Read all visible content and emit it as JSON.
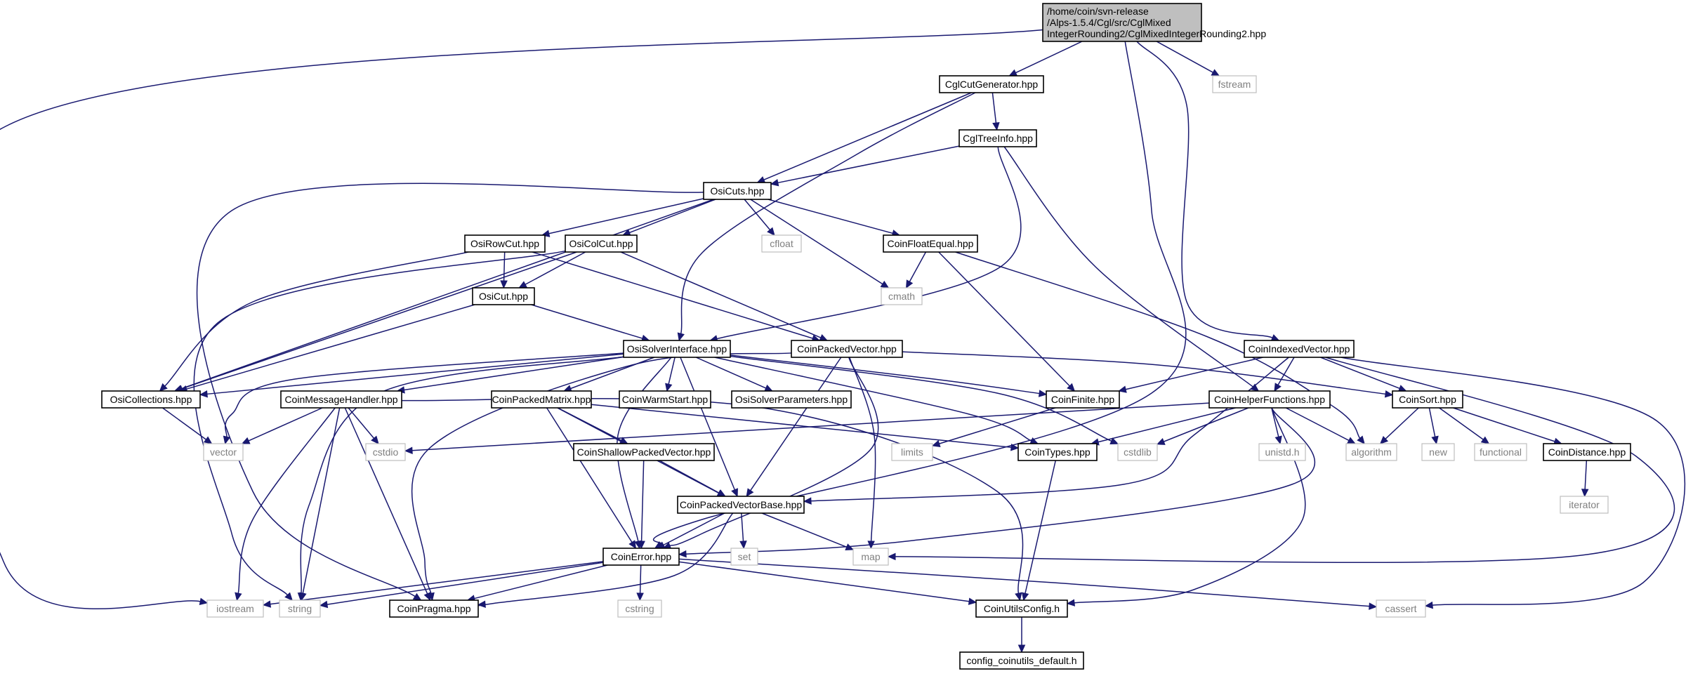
{
  "colors": {
    "edge": "#191970",
    "root_fill": "#bfbfbf",
    "node_border": "#000000",
    "system_border": "#bfbfbf",
    "system_text": "#808080"
  },
  "nodes": {
    "root": {
      "lines": [
        "/home/coin/svn-release",
        "/Alps-1.5.4/Cgl/src/CglMixed",
        "IntegerRounding2/CglMixedIntegerRounding2.hpp"
      ],
      "kind": "root"
    },
    "cglcut": {
      "lines": [
        "CglCutGenerator.hpp"
      ],
      "kind": "header"
    },
    "fstream": {
      "lines": [
        "fstream"
      ],
      "kind": "system"
    },
    "cgltree": {
      "lines": [
        "CglTreeInfo.hpp"
      ],
      "kind": "header"
    },
    "osicuts": {
      "lines": [
        "OsiCuts.hpp"
      ],
      "kind": "header"
    },
    "osirowcut": {
      "lines": [
        "OsiRowCut.hpp"
      ],
      "kind": "header"
    },
    "osicolcut": {
      "lines": [
        "OsiColCut.hpp"
      ],
      "kind": "header"
    },
    "cfloat": {
      "lines": [
        "cfloat"
      ],
      "kind": "system"
    },
    "coinfloat": {
      "lines": [
        "CoinFloatEqual.hpp"
      ],
      "kind": "header"
    },
    "osicut": {
      "lines": [
        "OsiCut.hpp"
      ],
      "kind": "header"
    },
    "cmath": {
      "lines": [
        "cmath"
      ],
      "kind": "system"
    },
    "osisolver": {
      "lines": [
        "OsiSolverInterface.hpp"
      ],
      "kind": "header"
    },
    "coinpackedvec": {
      "lines": [
        "CoinPackedVector.hpp"
      ],
      "kind": "header"
    },
    "coinindexed": {
      "lines": [
        "CoinIndexedVector.hpp"
      ],
      "kind": "header"
    },
    "osicoll": {
      "lines": [
        "OsiCollections.hpp"
      ],
      "kind": "header"
    },
    "coinmsg": {
      "lines": [
        "CoinMessageHandler.hpp"
      ],
      "kind": "header"
    },
    "coinpackedmat": {
      "lines": [
        "CoinPackedMatrix.hpp"
      ],
      "kind": "header"
    },
    "coinwarm": {
      "lines": [
        "CoinWarmStart.hpp"
      ],
      "kind": "header"
    },
    "osiparams": {
      "lines": [
        "OsiSolverParameters.hpp"
      ],
      "kind": "header"
    },
    "coinfinite": {
      "lines": [
        "CoinFinite.hpp"
      ],
      "kind": "header"
    },
    "coinhelper": {
      "lines": [
        "CoinHelperFunctions.hpp"
      ],
      "kind": "header"
    },
    "coinsort": {
      "lines": [
        "CoinSort.hpp"
      ],
      "kind": "header"
    },
    "vector": {
      "lines": [
        "vector"
      ],
      "kind": "system"
    },
    "cstdio": {
      "lines": [
        "cstdio"
      ],
      "kind": "system"
    },
    "coinshallow": {
      "lines": [
        "CoinShallowPackedVector.hpp"
      ],
      "kind": "header"
    },
    "limits": {
      "lines": [
        "limits"
      ],
      "kind": "system"
    },
    "cointypes": {
      "lines": [
        "CoinTypes.hpp"
      ],
      "kind": "header"
    },
    "cstdlib": {
      "lines": [
        "cstdlib"
      ],
      "kind": "system"
    },
    "unistd": {
      "lines": [
        "unistd.h"
      ],
      "kind": "system"
    },
    "algorithm": {
      "lines": [
        "algorithm"
      ],
      "kind": "system"
    },
    "new": {
      "lines": [
        "new"
      ],
      "kind": "system"
    },
    "functional": {
      "lines": [
        "functional"
      ],
      "kind": "system"
    },
    "coindistance": {
      "lines": [
        "CoinDistance.hpp"
      ],
      "kind": "header"
    },
    "coinpvbase": {
      "lines": [
        "CoinPackedVectorBase.hpp"
      ],
      "kind": "header"
    },
    "iterator": {
      "lines": [
        "iterator"
      ],
      "kind": "system"
    },
    "coinerror": {
      "lines": [
        "CoinError.hpp"
      ],
      "kind": "header"
    },
    "set": {
      "lines": [
        "set"
      ],
      "kind": "system"
    },
    "map": {
      "lines": [
        "map"
      ],
      "kind": "system"
    },
    "iostream": {
      "lines": [
        "iostream"
      ],
      "kind": "system"
    },
    "string": {
      "lines": [
        "string"
      ],
      "kind": "system"
    },
    "coinpragma": {
      "lines": [
        "CoinPragma.hpp"
      ],
      "kind": "header"
    },
    "cstring": {
      "lines": [
        "cstring"
      ],
      "kind": "system"
    },
    "coinutilsconfig": {
      "lines": [
        "CoinUtilsConfig.h"
      ],
      "kind": "header"
    },
    "cassert": {
      "lines": [
        "cassert"
      ],
      "kind": "system"
    },
    "configdefault": {
      "lines": [
        "config_coinutils_default.h"
      ],
      "kind": "header"
    }
  },
  "edges": [
    [
      "root",
      "cglcut"
    ],
    [
      "root",
      "fstream"
    ],
    [
      "root",
      "coinindexed"
    ],
    [
      "root",
      "iostream"
    ],
    [
      "root",
      "coinerror"
    ],
    [
      "cglcut",
      "cgltree"
    ],
    [
      "cglcut",
      "osicuts"
    ],
    [
      "cglcut",
      "osisolver"
    ],
    [
      "cgltree",
      "osicuts"
    ],
    [
      "cgltree",
      "osisolver"
    ],
    [
      "cgltree",
      "coinhelper"
    ],
    [
      "osicuts",
      "osirowcut"
    ],
    [
      "osicuts",
      "osicolcut"
    ],
    [
      "osicuts",
      "cfloat"
    ],
    [
      "osicuts",
      "coinfloat"
    ],
    [
      "osicuts",
      "cmath"
    ],
    [
      "osicuts",
      "osicoll"
    ],
    [
      "osicuts",
      "coinpragma"
    ],
    [
      "osirowcut",
      "osicut"
    ],
    [
      "osirowcut",
      "coinpackedvec"
    ],
    [
      "osirowcut",
      "osicoll"
    ],
    [
      "osicolcut",
      "osicut"
    ],
    [
      "osicolcut",
      "coinpackedvec"
    ],
    [
      "osicolcut",
      "osicoll"
    ],
    [
      "osicolcut",
      "string"
    ],
    [
      "coinfloat",
      "cmath"
    ],
    [
      "coinfloat",
      "coinfinite"
    ],
    [
      "coinfloat",
      "algorithm"
    ],
    [
      "osicut",
      "osisolver"
    ],
    [
      "osicut",
      "osicoll"
    ],
    [
      "osisolver",
      "osicoll"
    ],
    [
      "osisolver",
      "coinmsg"
    ],
    [
      "osisolver",
      "coinpackedmat"
    ],
    [
      "osisolver",
      "coinwarm"
    ],
    [
      "osisolver",
      "osiparams"
    ],
    [
      "osisolver",
      "coinfinite"
    ],
    [
      "osisolver",
      "cointypes"
    ],
    [
      "osisolver",
      "cstdlib"
    ],
    [
      "osisolver",
      "coinpvbase"
    ],
    [
      "osisolver",
      "coinerror"
    ],
    [
      "osisolver",
      "vector"
    ],
    [
      "osisolver",
      "string"
    ],
    [
      "coinpackedvec",
      "coinsort"
    ],
    [
      "coinpackedvec",
      "coinpvbase"
    ],
    [
      "coinpackedvec",
      "coinerror"
    ],
    [
      "coinpackedvec",
      "map"
    ],
    [
      "coinpackedvec",
      "coinpragma"
    ],
    [
      "coinindexed",
      "coinfinite"
    ],
    [
      "coinindexed",
      "coinhelper"
    ],
    [
      "coinindexed",
      "coinsort"
    ],
    [
      "coinindexed",
      "coinpvbase"
    ],
    [
      "coinindexed",
      "cassert"
    ],
    [
      "coinindexed",
      "map"
    ],
    [
      "osicoll",
      "vector"
    ],
    [
      "coinmsg",
      "vector"
    ],
    [
      "coinmsg",
      "cstdio"
    ],
    [
      "coinmsg",
      "string"
    ],
    [
      "coinmsg",
      "iostream"
    ],
    [
      "coinmsg",
      "coinpragma"
    ],
    [
      "coinmsg",
      "coinutilsconfig"
    ],
    [
      "coinpackedmat",
      "coinshallow"
    ],
    [
      "coinpackedmat",
      "coinpvbase"
    ],
    [
      "coinpackedmat",
      "coinerror"
    ],
    [
      "coinpackedmat",
      "cointypes"
    ],
    [
      "coinfinite",
      "limits"
    ],
    [
      "coinhelper",
      "cstdio"
    ],
    [
      "coinhelper",
      "cointypes"
    ],
    [
      "coinhelper",
      "cstdlib"
    ],
    [
      "coinhelper",
      "unistd"
    ],
    [
      "coinhelper",
      "algorithm"
    ],
    [
      "coinhelper",
      "coinerror"
    ],
    [
      "coinhelper",
      "coinutilsconfig"
    ],
    [
      "coinsort",
      "algorithm"
    ],
    [
      "coinsort",
      "new"
    ],
    [
      "coinsort",
      "functional"
    ],
    [
      "coinsort",
      "coindistance"
    ],
    [
      "coindistance",
      "iterator"
    ],
    [
      "coinshallow",
      "coinpvbase"
    ],
    [
      "coinshallow",
      "coinerror"
    ],
    [
      "cointypes",
      "coinutilsconfig"
    ],
    [
      "coinpvbase",
      "coinerror"
    ],
    [
      "coinpvbase",
      "set"
    ],
    [
      "coinpvbase",
      "map"
    ],
    [
      "coinpvbase",
      "coinpragma"
    ],
    [
      "coinerror",
      "iostream"
    ],
    [
      "coinerror",
      "string"
    ],
    [
      "coinerror",
      "coinpragma"
    ],
    [
      "coinerror",
      "cstring"
    ],
    [
      "coinerror",
      "coinutilsconfig"
    ],
    [
      "coinerror",
      "cassert"
    ],
    [
      "coinutilsconfig",
      "configdefault"
    ]
  ]
}
